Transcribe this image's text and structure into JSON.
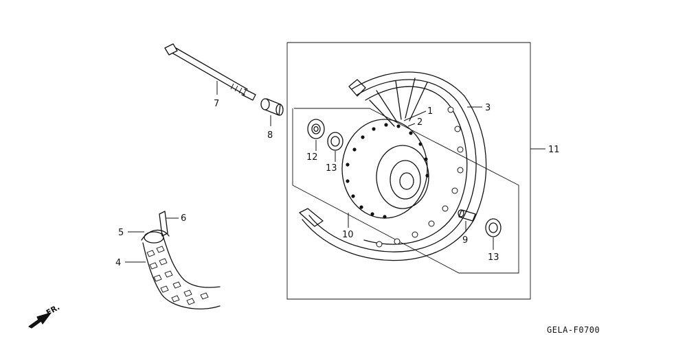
{
  "diagram": {
    "code": "GELA-F0700",
    "front_label": "FR.",
    "callouts": {
      "c1": "1",
      "c2": "2",
      "c3": "3",
      "c4": "4",
      "c5": "5",
      "c6": "6",
      "c7": "7",
      "c8": "8",
      "c9": "9",
      "c10": "10",
      "c11": "11",
      "c12": "12",
      "c13a": "13",
      "c13b": "13"
    }
  }
}
